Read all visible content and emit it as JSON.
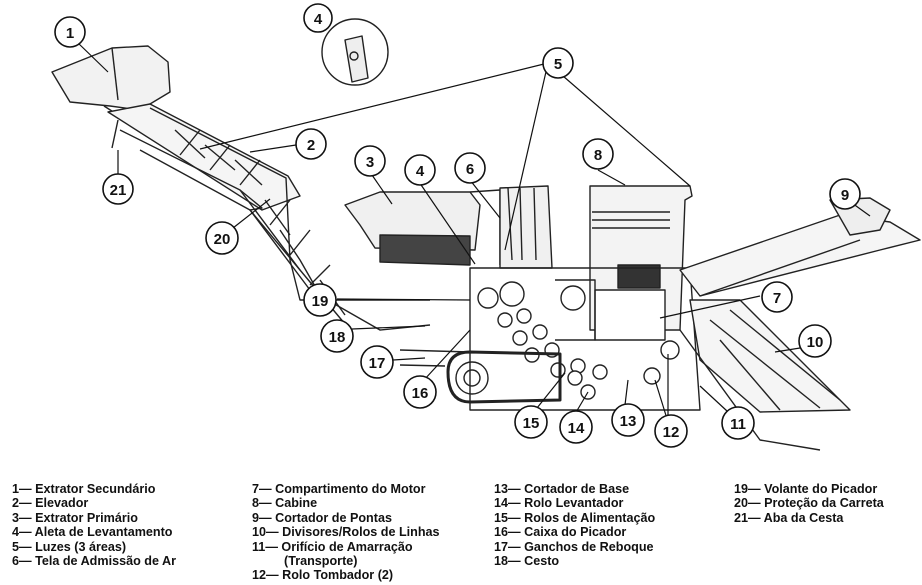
{
  "diagram": {
    "callouts": [
      "1",
      "2",
      "3",
      "4",
      "5",
      "6",
      "7",
      "8",
      "9",
      "10",
      "11",
      "12",
      "13",
      "14",
      "15",
      "16",
      "17",
      "18",
      "19",
      "20",
      "21"
    ]
  },
  "legend": {
    "col1": [
      "1— Extrator Secundário",
      "2— Elevador",
      "3— Extrator Primário",
      "4— Aleta de Levantamento",
      "5— Luzes (3 áreas)",
      "6— Tela de Admissão de Ar"
    ],
    "col2": [
      "7— Compartimento do Motor",
      "8— Cabine",
      "9— Cortador de Pontas",
      "10— Divisores/Rolos de Linhas",
      "11— Orifício de Amarração",
      "(Transporte)",
      "12— Rolo Tombador (2)"
    ],
    "col3": [
      "13— Cortador de Base",
      "14— Rolo Levantador",
      "15— Rolos de Alimentação",
      "16— Caixa do Picador",
      "17— Ganchos de Reboque",
      "18— Cesto"
    ],
    "col4": [
      "19— Volante do Picador",
      "20— Proteção da Carreta",
      "21— Aba da Cesta"
    ]
  }
}
